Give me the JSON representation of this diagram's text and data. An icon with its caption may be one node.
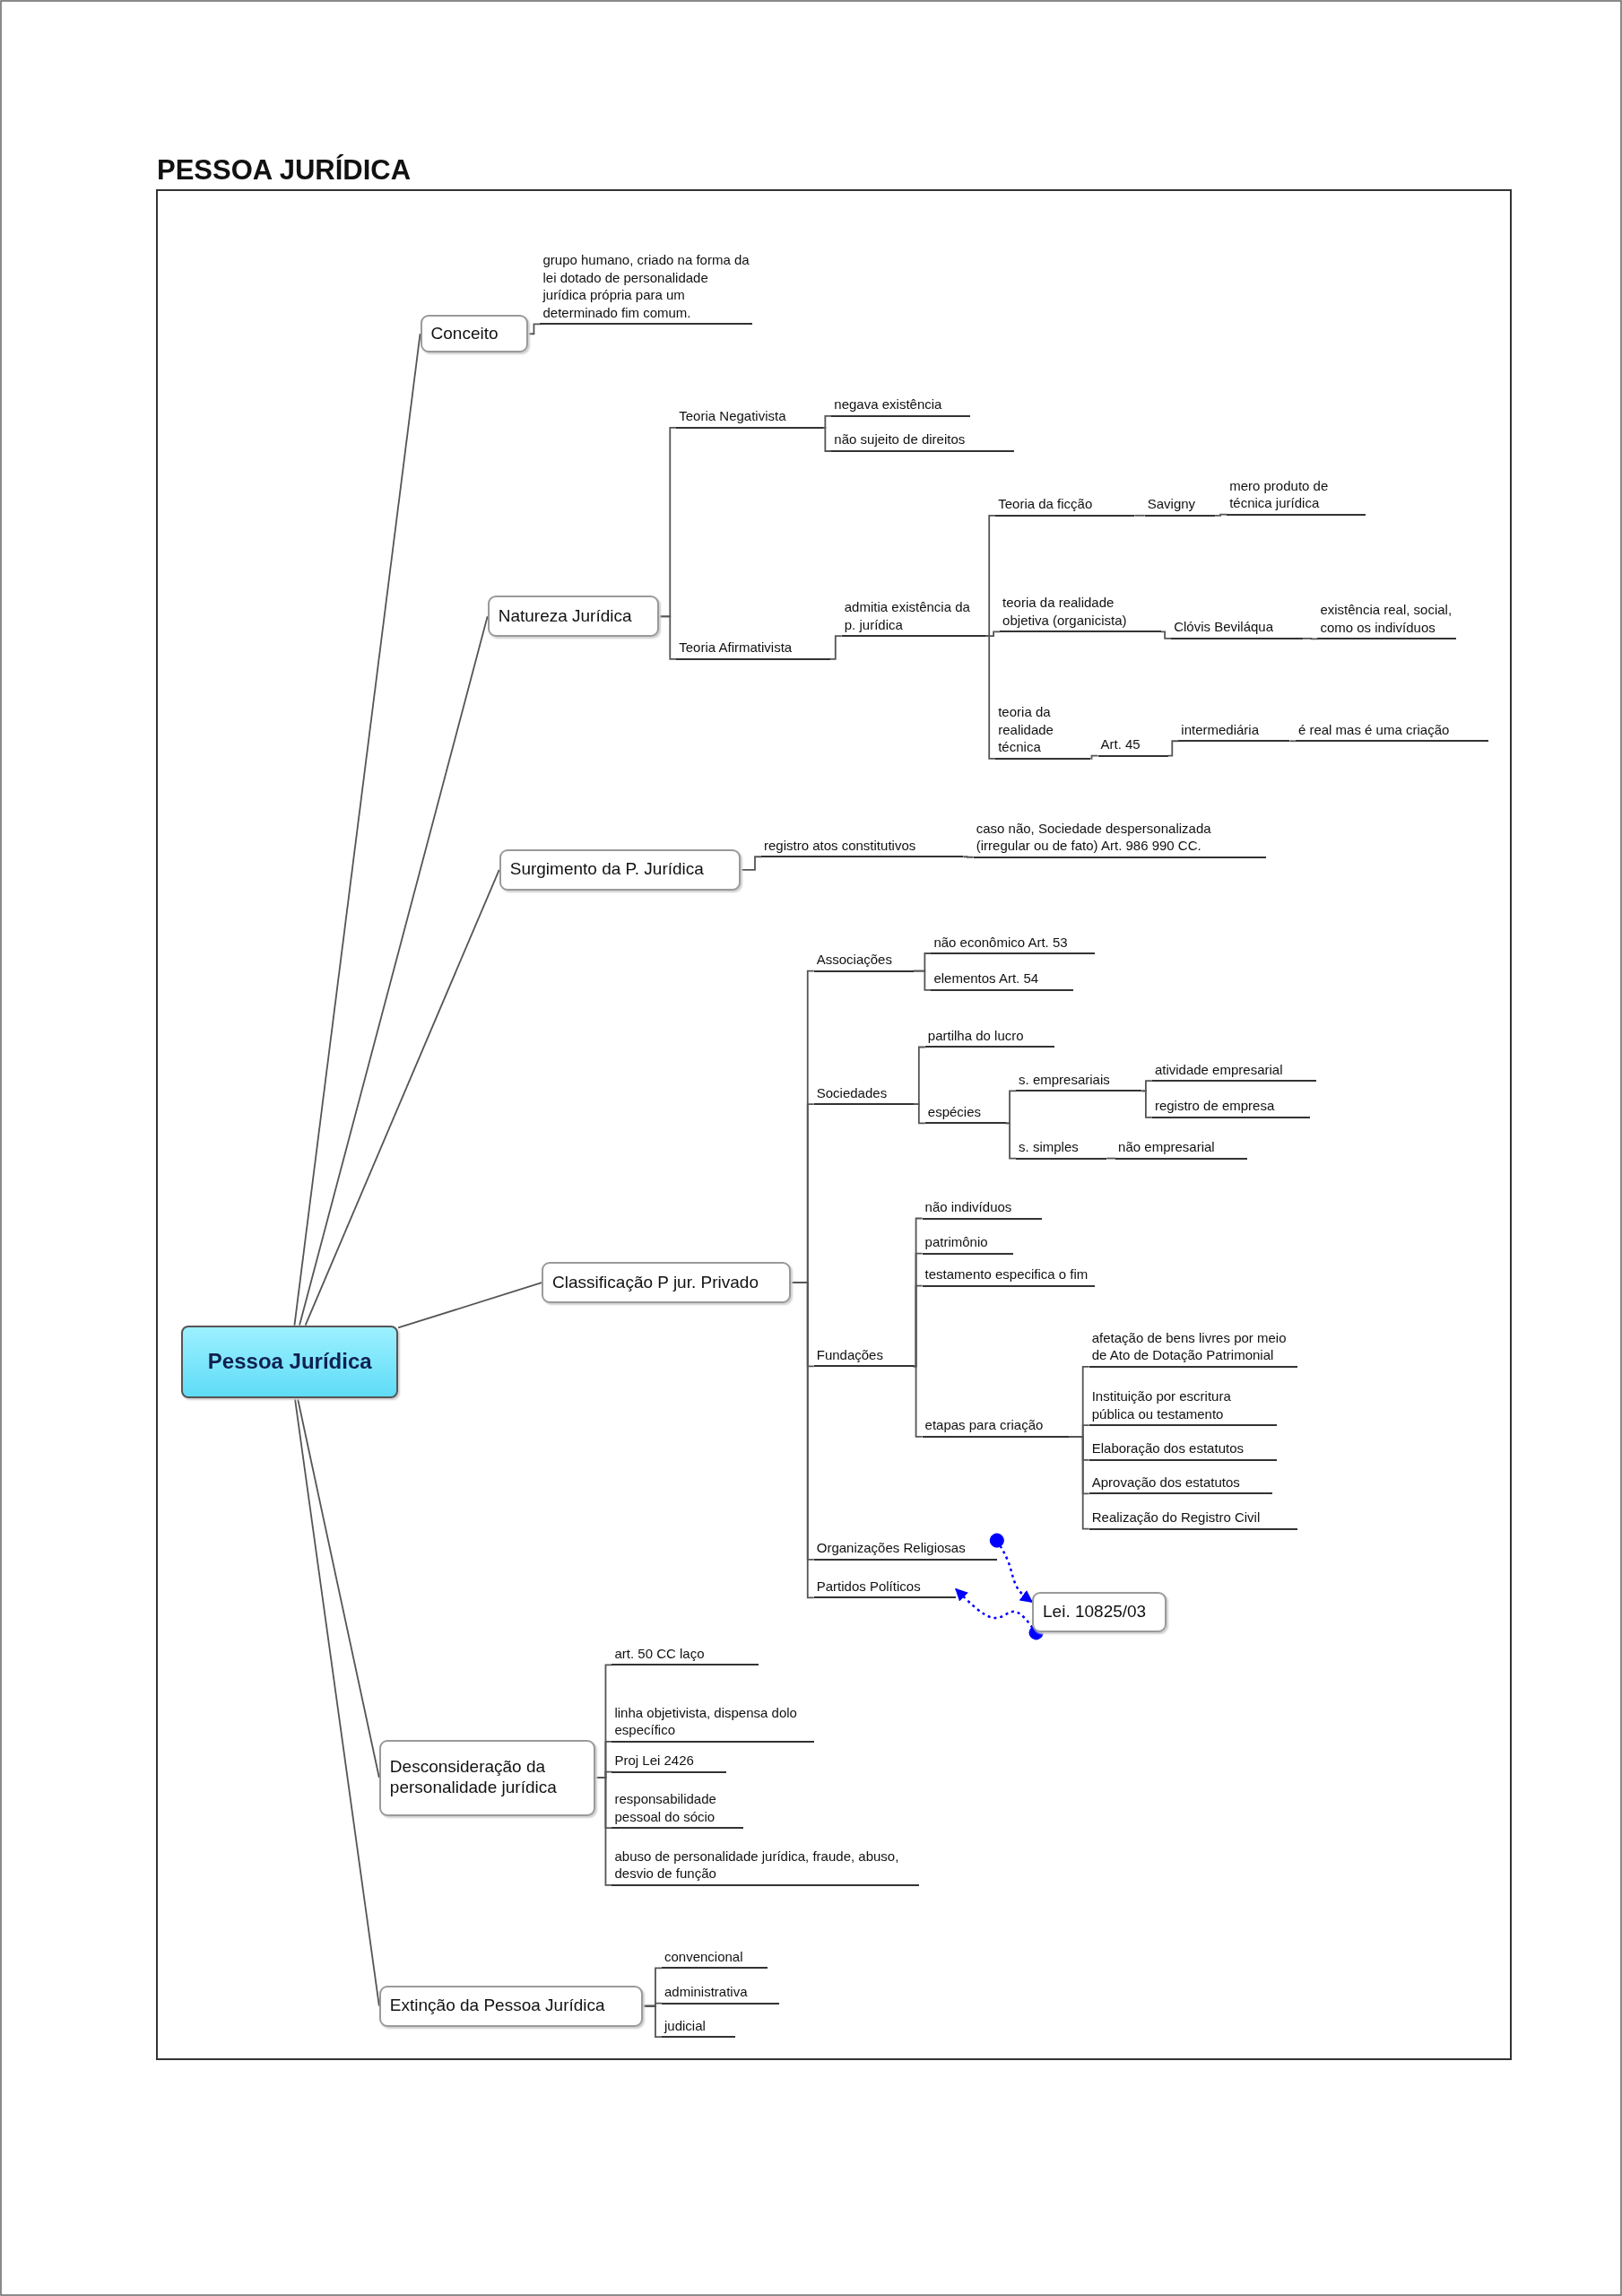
{
  "diagram": {
    "title": "PESSOA JURÍDICA",
    "nodes": [
      {
        "text": [
          "Pessoa Jurídica"
        ]
      },
      {
        "text": [
          "Conceito"
        ]
      },
      {
        "text": [
          "grupo humano, criado na forma da lei dotado de personalidade jurídica própria para um determinado fim comum."
        ]
      },
      {
        "text": [
          "Natureza Jurídica"
        ]
      },
      {
        "text": [
          "Teoria Negativista"
        ]
      },
      {
        "text": [
          "negava existência"
        ]
      },
      {
        "text": [
          "não sujeito de direitos"
        ]
      },
      {
        "text": [
          "Teoria Afirmativista"
        ]
      },
      {
        "text": [
          "admitia existência da p. jurídica"
        ]
      },
      {
        "text": [
          "Teoria da ficção"
        ]
      },
      {
        "text": [
          "Savigny"
        ]
      },
      {
        "text": [
          "mero produto de técnica jurídica"
        ]
      },
      {
        "text": [
          "teoria da realidade objetiva (organicista)"
        ]
      },
      {
        "text": [
          "Clóvis Beviláqua"
        ]
      },
      {
        "text": [
          "existência real, social, como os indivíduos"
        ]
      },
      {
        "text": [
          "teoria da realidade técnica"
        ]
      },
      {
        "text": [
          "Art. 45"
        ]
      },
      {
        "text": [
          "intermediária"
        ]
      },
      {
        "text": [
          "é real mas é uma criação"
        ]
      },
      {
        "text": [
          "Surgimento da P. Jurídica"
        ]
      },
      {
        "text": [
          "registro atos constitutivos"
        ]
      },
      {
        "text": [
          "caso não, Sociedade despersonalizada (irregular ou de fato) Art. 986 990 CC."
        ]
      },
      {
        "text": [
          "Classificação P jur. Privado"
        ]
      },
      {
        "text": [
          "Associações"
        ]
      },
      {
        "text": [
          "não econômico Art. 53"
        ]
      },
      {
        "text": [
          "elementos Art. 54"
        ]
      },
      {
        "text": [
          "Sociedades"
        ]
      },
      {
        "text": [
          "partilha do lucro"
        ]
      },
      {
        "text": [
          "espécies"
        ]
      },
      {
        "text": [
          "s. empresariais"
        ]
      },
      {
        "text": [
          "atividade empresarial"
        ]
      },
      {
        "text": [
          "registro de empresa"
        ]
      },
      {
        "text": [
          "s. simples"
        ]
      },
      {
        "text": [
          "não empresarial"
        ]
      },
      {
        "text": [
          "Fundações"
        ]
      },
      {
        "text": [
          "não indivíduos"
        ]
      },
      {
        "text": [
          "patrimônio"
        ]
      },
      {
        "text": [
          "testamento especifica o fim"
        ]
      },
      {
        "text": [
          "etapas para criação"
        ]
      },
      {
        "text": [
          "afetação de bens livres por meio de Ato de Dotação Patrimonial"
        ]
      },
      {
        "text": [
          "Instituição por escritura pública ou testamento"
        ]
      },
      {
        "text": [
          "Elaboração dos estatutos"
        ]
      },
      {
        "text": [
          "Aprovação dos estatutos"
        ]
      },
      {
        "text": [
          "Realização do Registro Civil"
        ]
      },
      {
        "text": [
          "Organizações Religiosas"
        ]
      },
      {
        "text": [
          "Partidos Políticos"
        ]
      },
      {
        "text": [
          "Lei. 10825/03"
        ]
      },
      {
        "text": [
          "Desconsideração da personalidade jurídica"
        ]
      },
      {
        "text": [
          "art. 50 CC laço"
        ]
      },
      {
        "text": [
          "linha objetivista, dispensa dolo específico"
        ]
      },
      {
        "text": [
          "Proj Lei 2426"
        ]
      },
      {
        "text": [
          "responsabilidade pessoal do sócio"
        ]
      },
      {
        "text": [
          "abuso de personalidade jurídica, fraude, abuso, desvio de função"
        ]
      },
      {
        "text": [
          "Extinção da Pessoa Jurídica"
        ]
      },
      {
        "text": [
          "convencional"
        ]
      },
      {
        "text": [
          "administrativa"
        ]
      },
      {
        "text": [
          "judicial"
        ]
      }
    ],
    "edges": [
      {
        "from": 0,
        "to": 1,
        "arrow": "none"
      },
      {
        "from": 1,
        "to": 2,
        "arrow": "none"
      },
      {
        "from": 0,
        "to": 3,
        "arrow": "none"
      },
      {
        "from": 3,
        "to": 4,
        "arrow": "none"
      },
      {
        "from": 4,
        "to": 5,
        "arrow": "none"
      },
      {
        "from": 4,
        "to": 6,
        "arrow": "none"
      },
      {
        "from": 3,
        "to": 7,
        "arrow": "none"
      },
      {
        "from": 7,
        "to": 8,
        "arrow": "none"
      },
      {
        "from": 8,
        "to": 9,
        "arrow": "none"
      },
      {
        "from": 9,
        "to": 10,
        "arrow": "none"
      },
      {
        "from": 10,
        "to": 11,
        "arrow": "none"
      },
      {
        "from": 8,
        "to": 12,
        "arrow": "none"
      },
      {
        "from": 12,
        "to": 13,
        "arrow": "none"
      },
      {
        "from": 13,
        "to": 14,
        "arrow": "none"
      },
      {
        "from": 8,
        "to": 15,
        "arrow": "none"
      },
      {
        "from": 15,
        "to": 16,
        "arrow": "none"
      },
      {
        "from": 16,
        "to": 17,
        "arrow": "none"
      },
      {
        "from": 17,
        "to": 18,
        "arrow": "none"
      },
      {
        "from": 0,
        "to": 19,
        "arrow": "none"
      },
      {
        "from": 19,
        "to": 20,
        "arrow": "none"
      },
      {
        "from": 20,
        "to": 21,
        "arrow": "none"
      },
      {
        "from": 0,
        "to": 22,
        "arrow": "none"
      },
      {
        "from": 22,
        "to": 23,
        "arrow": "none"
      },
      {
        "from": 23,
        "to": 24,
        "arrow": "none"
      },
      {
        "from": 23,
        "to": 25,
        "arrow": "none"
      },
      {
        "from": 22,
        "to": 26,
        "arrow": "none"
      },
      {
        "from": 26,
        "to": 27,
        "arrow": "none"
      },
      {
        "from": 26,
        "to": 28,
        "arrow": "none"
      },
      {
        "from": 28,
        "to": 29,
        "arrow": "none"
      },
      {
        "from": 29,
        "to": 30,
        "arrow": "none"
      },
      {
        "from": 29,
        "to": 31,
        "arrow": "none"
      },
      {
        "from": 28,
        "to": 32,
        "arrow": "none"
      },
      {
        "from": 32,
        "to": 33,
        "arrow": "none"
      },
      {
        "from": 22,
        "to": 34,
        "arrow": "none"
      },
      {
        "from": 34,
        "to": 35,
        "arrow": "none"
      },
      {
        "from": 34,
        "to": 36,
        "arrow": "none"
      },
      {
        "from": 34,
        "to": 37,
        "arrow": "none"
      },
      {
        "from": 34,
        "to": 38,
        "arrow": "none"
      },
      {
        "from": 38,
        "to": 39,
        "arrow": "none"
      },
      {
        "from": 38,
        "to": 40,
        "arrow": "none"
      },
      {
        "from": 38,
        "to": 41,
        "arrow": "none"
      },
      {
        "from": 38,
        "to": 42,
        "arrow": "none"
      },
      {
        "from": 38,
        "to": 43,
        "arrow": "none"
      },
      {
        "from": 22,
        "to": 44,
        "arrow": "none"
      },
      {
        "from": 22,
        "to": 45,
        "arrow": "none"
      },
      {
        "from": 0,
        "to": 47,
        "arrow": "none"
      },
      {
        "from": 47,
        "to": 48,
        "arrow": "none"
      },
      {
        "from": 47,
        "to": 49,
        "arrow": "none"
      },
      {
        "from": 47,
        "to": 50,
        "arrow": "none"
      },
      {
        "from": 47,
        "to": 51,
        "arrow": "none"
      },
      {
        "from": 47,
        "to": 52,
        "arrow": "none"
      },
      {
        "from": 0,
        "to": 53,
        "arrow": "none"
      },
      {
        "from": 53,
        "to": 54,
        "arrow": "none"
      },
      {
        "from": 53,
        "to": 55,
        "arrow": "none"
      },
      {
        "from": 53,
        "to": 56,
        "arrow": "none"
      },
      {
        "from": 44,
        "to": 46,
        "arrow": "to",
        "style": "dashed",
        "color": "#0000ff"
      },
      {
        "from": 46,
        "to": 45,
        "arrow": "to",
        "style": "dashed",
        "color": "#0000ff"
      }
    ]
  }
}
